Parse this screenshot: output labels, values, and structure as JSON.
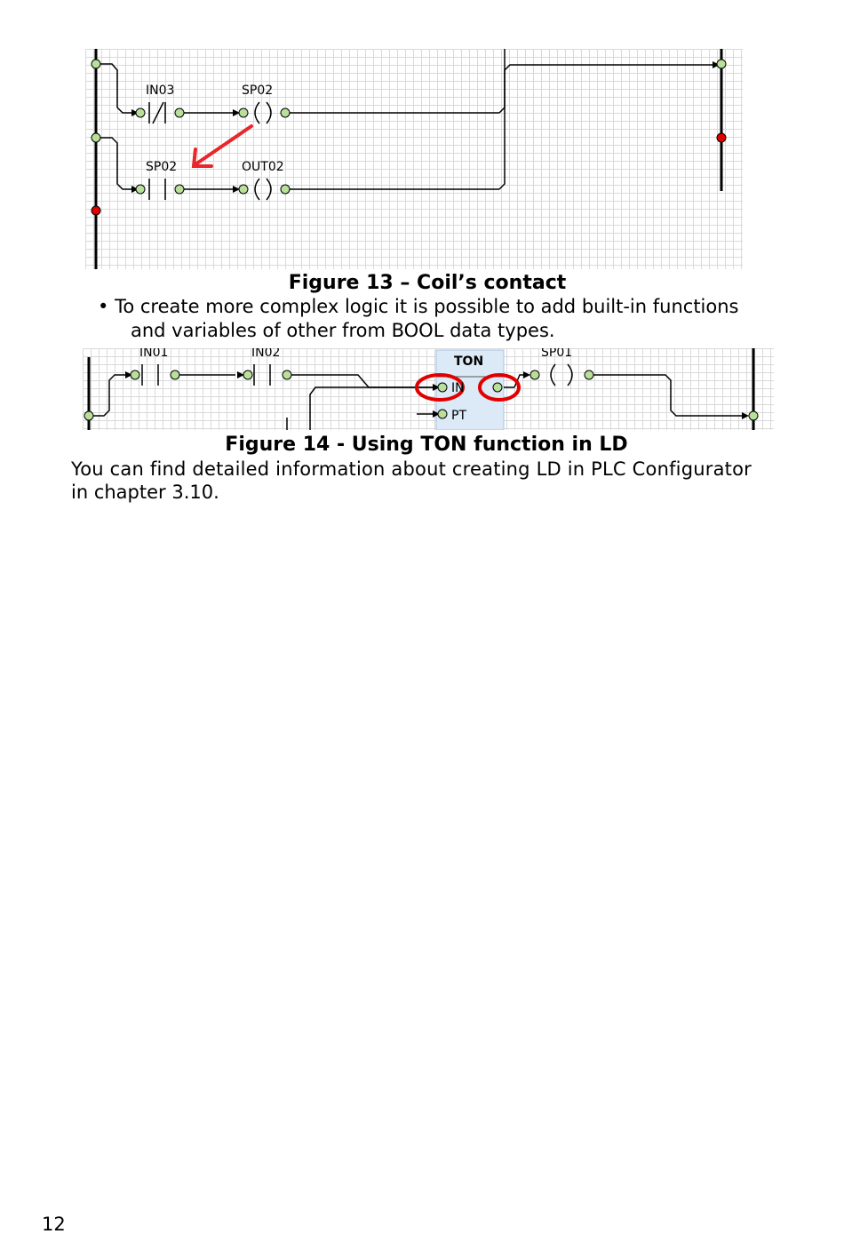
{
  "figure13": {
    "labels": {
      "in03": "IN03",
      "sp02_coil": "SP02",
      "sp02_contact": "SP02",
      "out02": "OUT02"
    },
    "caption": "Figure 13 – Coil’s contact",
    "colors": {
      "node": "#b9e09a",
      "red_node": "#e00000",
      "arrow": "#e8262b",
      "grid": "#d9d9d9"
    }
  },
  "bullet": {
    "symbol": "•",
    "line1": "To create more complex logic it is possible to add built-in functions",
    "line2": "and variables of other from BOOL data types."
  },
  "figure14": {
    "labels": {
      "in01": "IN01",
      "in02": "IN02",
      "ton": "TON",
      "in_pin": "IN",
      "pt_pin": "PT",
      "sp01": "SP01"
    },
    "caption": "Figure 14 - Using TON function in LD",
    "colors": {
      "block": "#dce9f7",
      "highlight": "#e00000"
    }
  },
  "paragraph": {
    "line1": "You can find detailed information about creating LD in PLC Configurator",
    "line2": "in chapter 3.10."
  },
  "page_number": "12"
}
